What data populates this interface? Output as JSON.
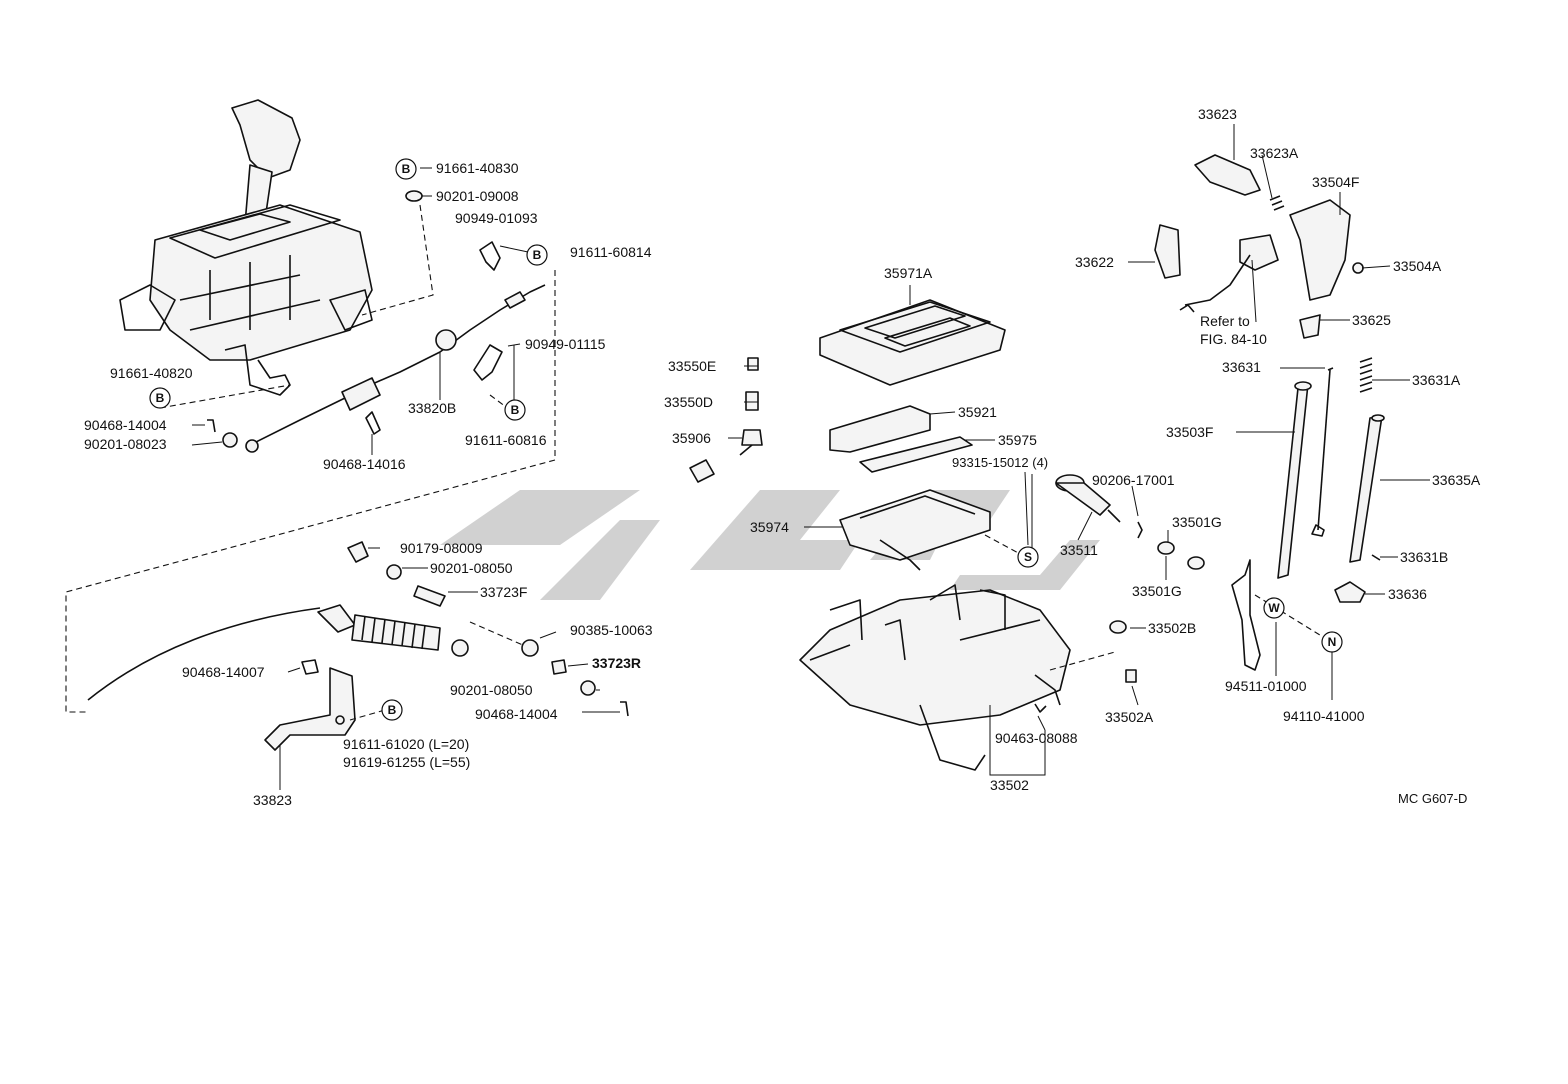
{
  "part_numbers": {
    "p91661_40830": "91661-40830",
    "p90201_09008": "90201-09008",
    "p90949_01093": "90949-01093",
    "p91611_60814": "91611-60814",
    "p91661_40820": "91661-40820",
    "p90949_01115": "90949-01115",
    "p90468_14004_a": "90468-14004",
    "p90201_08023": "90201-08023",
    "p33820B": "33820B",
    "p90468_14016": "90468-14016",
    "p91611_60816": "91611-60816",
    "p90179_08009": "90179-08009",
    "p90201_08050_a": "90201-08050",
    "p33723F": "33723F",
    "p90385_10063": "90385-10063",
    "p90468_14007": "90468-14007",
    "p33723R": "33723R",
    "p90201_08050_b": "90201-08050",
    "p90468_14004_b": "90468-14004",
    "p91611_61020": "91611-61020 (L=20)",
    "p91619_61255": "91619-61255 (L=55)",
    "p33823": "33823",
    "p35971A": "35971A",
    "p33550E": "33550E",
    "p33550D": "33550D",
    "p35906": "35906",
    "p35921": "35921",
    "p35975": "35975",
    "p93315_15012": "93315-15012 (4)",
    "p90206_17001": "90206-17001",
    "p35974": "35974",
    "p33511": "33511",
    "p33502B": "33502B",
    "p33502A": "33502A",
    "p90463_08088": "90463-08088",
    "p33502": "33502",
    "p33623": "33623",
    "p33623A": "33623A",
    "p33504F": "33504F",
    "p33622": "33622",
    "p33504A": "33504A",
    "p33625": "33625",
    "p33631": "33631",
    "p33631A": "33631A",
    "p33503F": "33503F",
    "p33635A": "33635A",
    "p33501G_a": "33501G",
    "p33501G_b": "33501G",
    "p33631B": "33631B",
    "p33636": "33636",
    "p94511_01000": "94511-01000",
    "p94110_41000": "94110-41000"
  },
  "reference_note": {
    "line1": "Refer to",
    "line2": "FIG. 84-10"
  },
  "badges": {
    "B": "B",
    "S": "S",
    "W": "W",
    "N": "N"
  },
  "figure_code": "MC G607-D"
}
